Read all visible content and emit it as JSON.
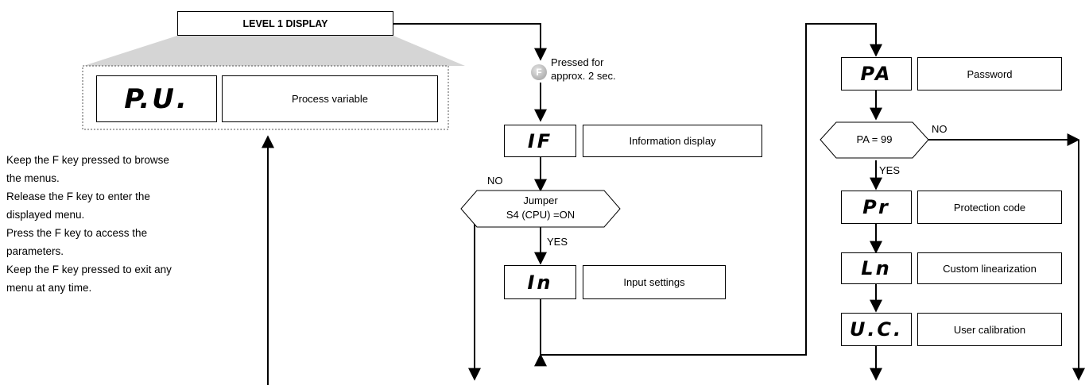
{
  "level_header": "LEVEL 1 DISPLAY",
  "pv": {
    "code": "P.U.",
    "label": "Process variable"
  },
  "f_key_note": [
    "Pressed for",
    "approx. 2 sec."
  ],
  "f_key_icon": "F",
  "instructions": [
    "Keep the F key pressed to browse",
    "the menus.",
    "Release the F key to enter the",
    "displayed menu.",
    "Press the F key to access the",
    "parameters.",
    "Keep the F key pressed to exit any",
    "menu at any time."
  ],
  "menus": {
    "info": {
      "code": "IF",
      "label": "Information display"
    },
    "input": {
      "code": "In",
      "label": "Input settings"
    },
    "password": {
      "code": "PA",
      "label": "Password"
    },
    "protection": {
      "code": "Pr",
      "label": "Protection code"
    },
    "linear": {
      "code": "Ln",
      "label": "Custom linearization"
    },
    "calib": {
      "code": "U.C.",
      "label": "User calibration"
    }
  },
  "decisions": {
    "jumper": {
      "line1": "Jumper",
      "line2": "S4 (CPU) =ON",
      "yes": "YES",
      "no": "NO"
    },
    "pa": {
      "text": "PA = 99",
      "yes": "YES",
      "no": "NO"
    }
  }
}
